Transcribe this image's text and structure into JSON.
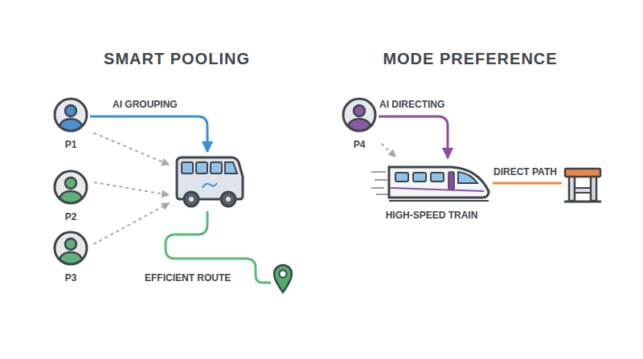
{
  "diagram": {
    "nodes": [
      {
        "text": [
          "P1"
        ]
      },
      {
        "text": [
          "P2"
        ]
      },
      {
        "text": [
          "P3"
        ]
      },
      {
        "text": []
      },
      {
        "text": []
      },
      {
        "text": [
          "P4"
        ]
      },
      {
        "text": [
          "HIGH-SPEED TRAIN"
        ]
      },
      {
        "text": []
      }
    ],
    "edges": [
      {
        "from": 0,
        "to": 3,
        "label": "AI GROUPING",
        "arrow": "to"
      },
      {
        "from": 0,
        "to": 3,
        "arrow": "to"
      },
      {
        "from": 1,
        "to": 3,
        "arrow": "to"
      },
      {
        "from": 2,
        "to": 3,
        "arrow": "to"
      },
      {
        "from": 3,
        "to": 4,
        "label": "EFFICIENT ROUTE",
        "arrow": "none"
      },
      {
        "from": 5,
        "to": 6,
        "label": "AI DIRECTING",
        "arrow": "to"
      },
      {
        "from": 5,
        "to": 6,
        "arrow": "to"
      },
      {
        "from": 6,
        "to": 7,
        "label": "DIRECT PATH",
        "arrow": "none"
      }
    ],
    "labels": [
      "SMART POOLING",
      "MODE PREFERENCE"
    ]
  }
}
